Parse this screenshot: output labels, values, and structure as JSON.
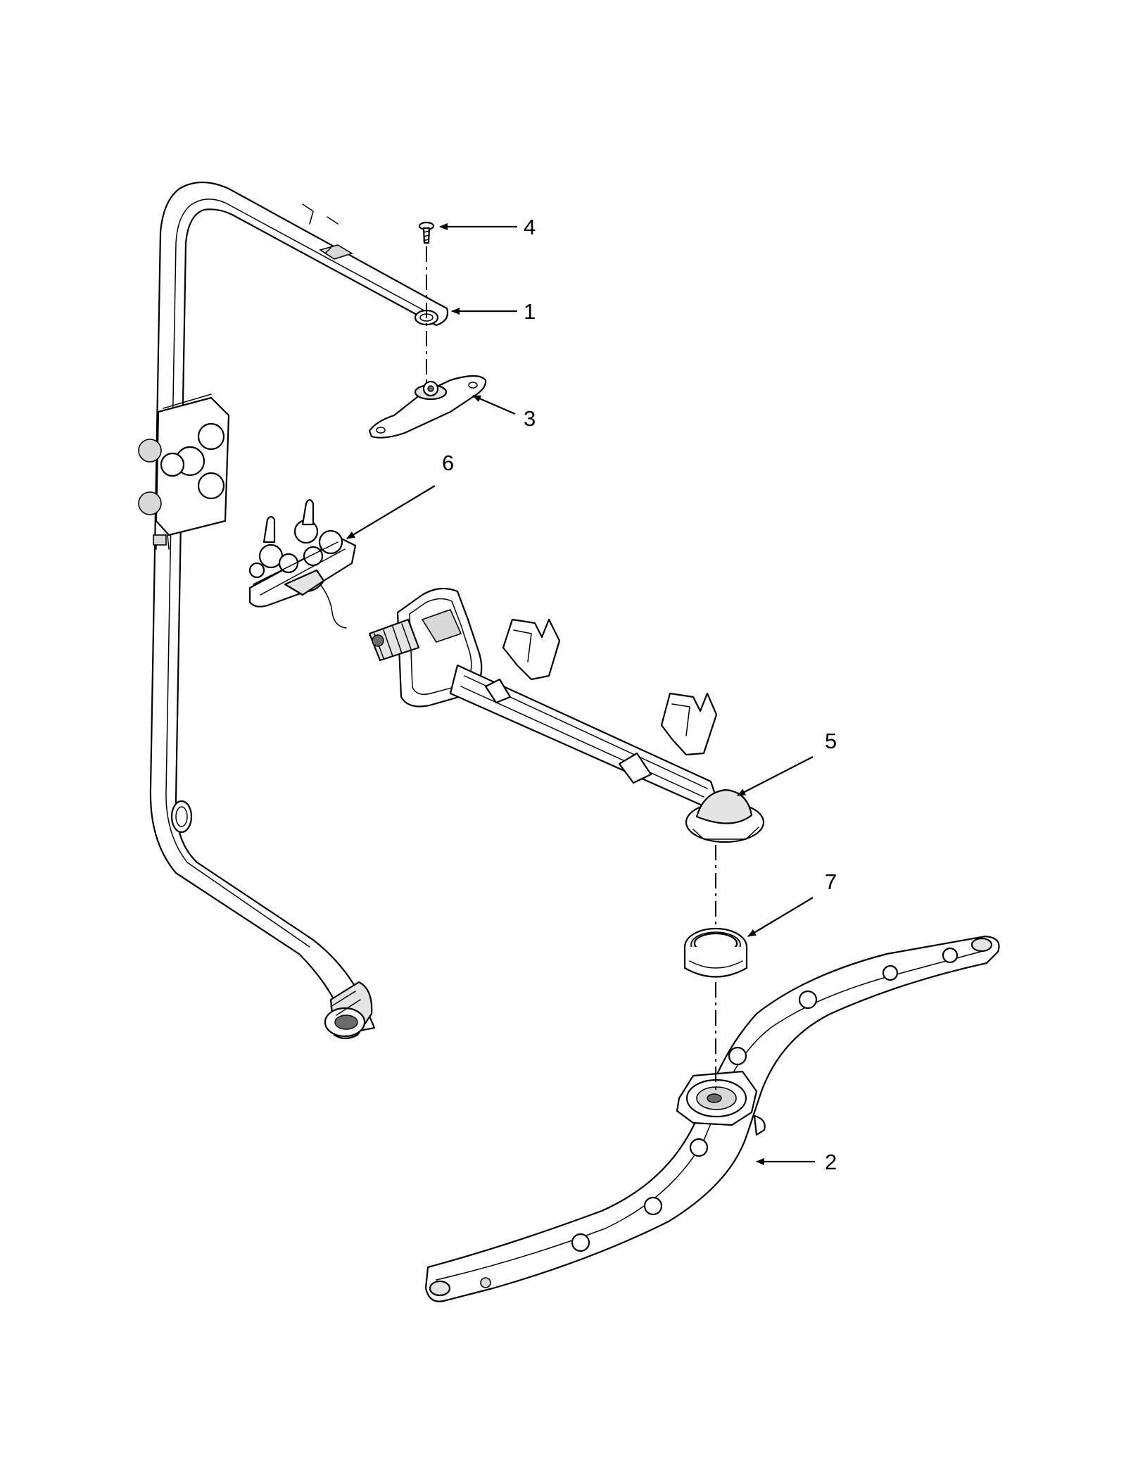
{
  "diagram": {
    "callouts": [
      {
        "id": "4",
        "label": "4"
      },
      {
        "id": "1",
        "label": "1"
      },
      {
        "id": "3",
        "label": "3"
      },
      {
        "id": "6",
        "label": "6"
      },
      {
        "id": "5",
        "label": "5"
      },
      {
        "id": "7",
        "label": "7"
      },
      {
        "id": "2",
        "label": "2"
      }
    ],
    "colors": {
      "line": "#000000",
      "background": "#ffffff",
      "shade": "#e4e4e4"
    }
  }
}
